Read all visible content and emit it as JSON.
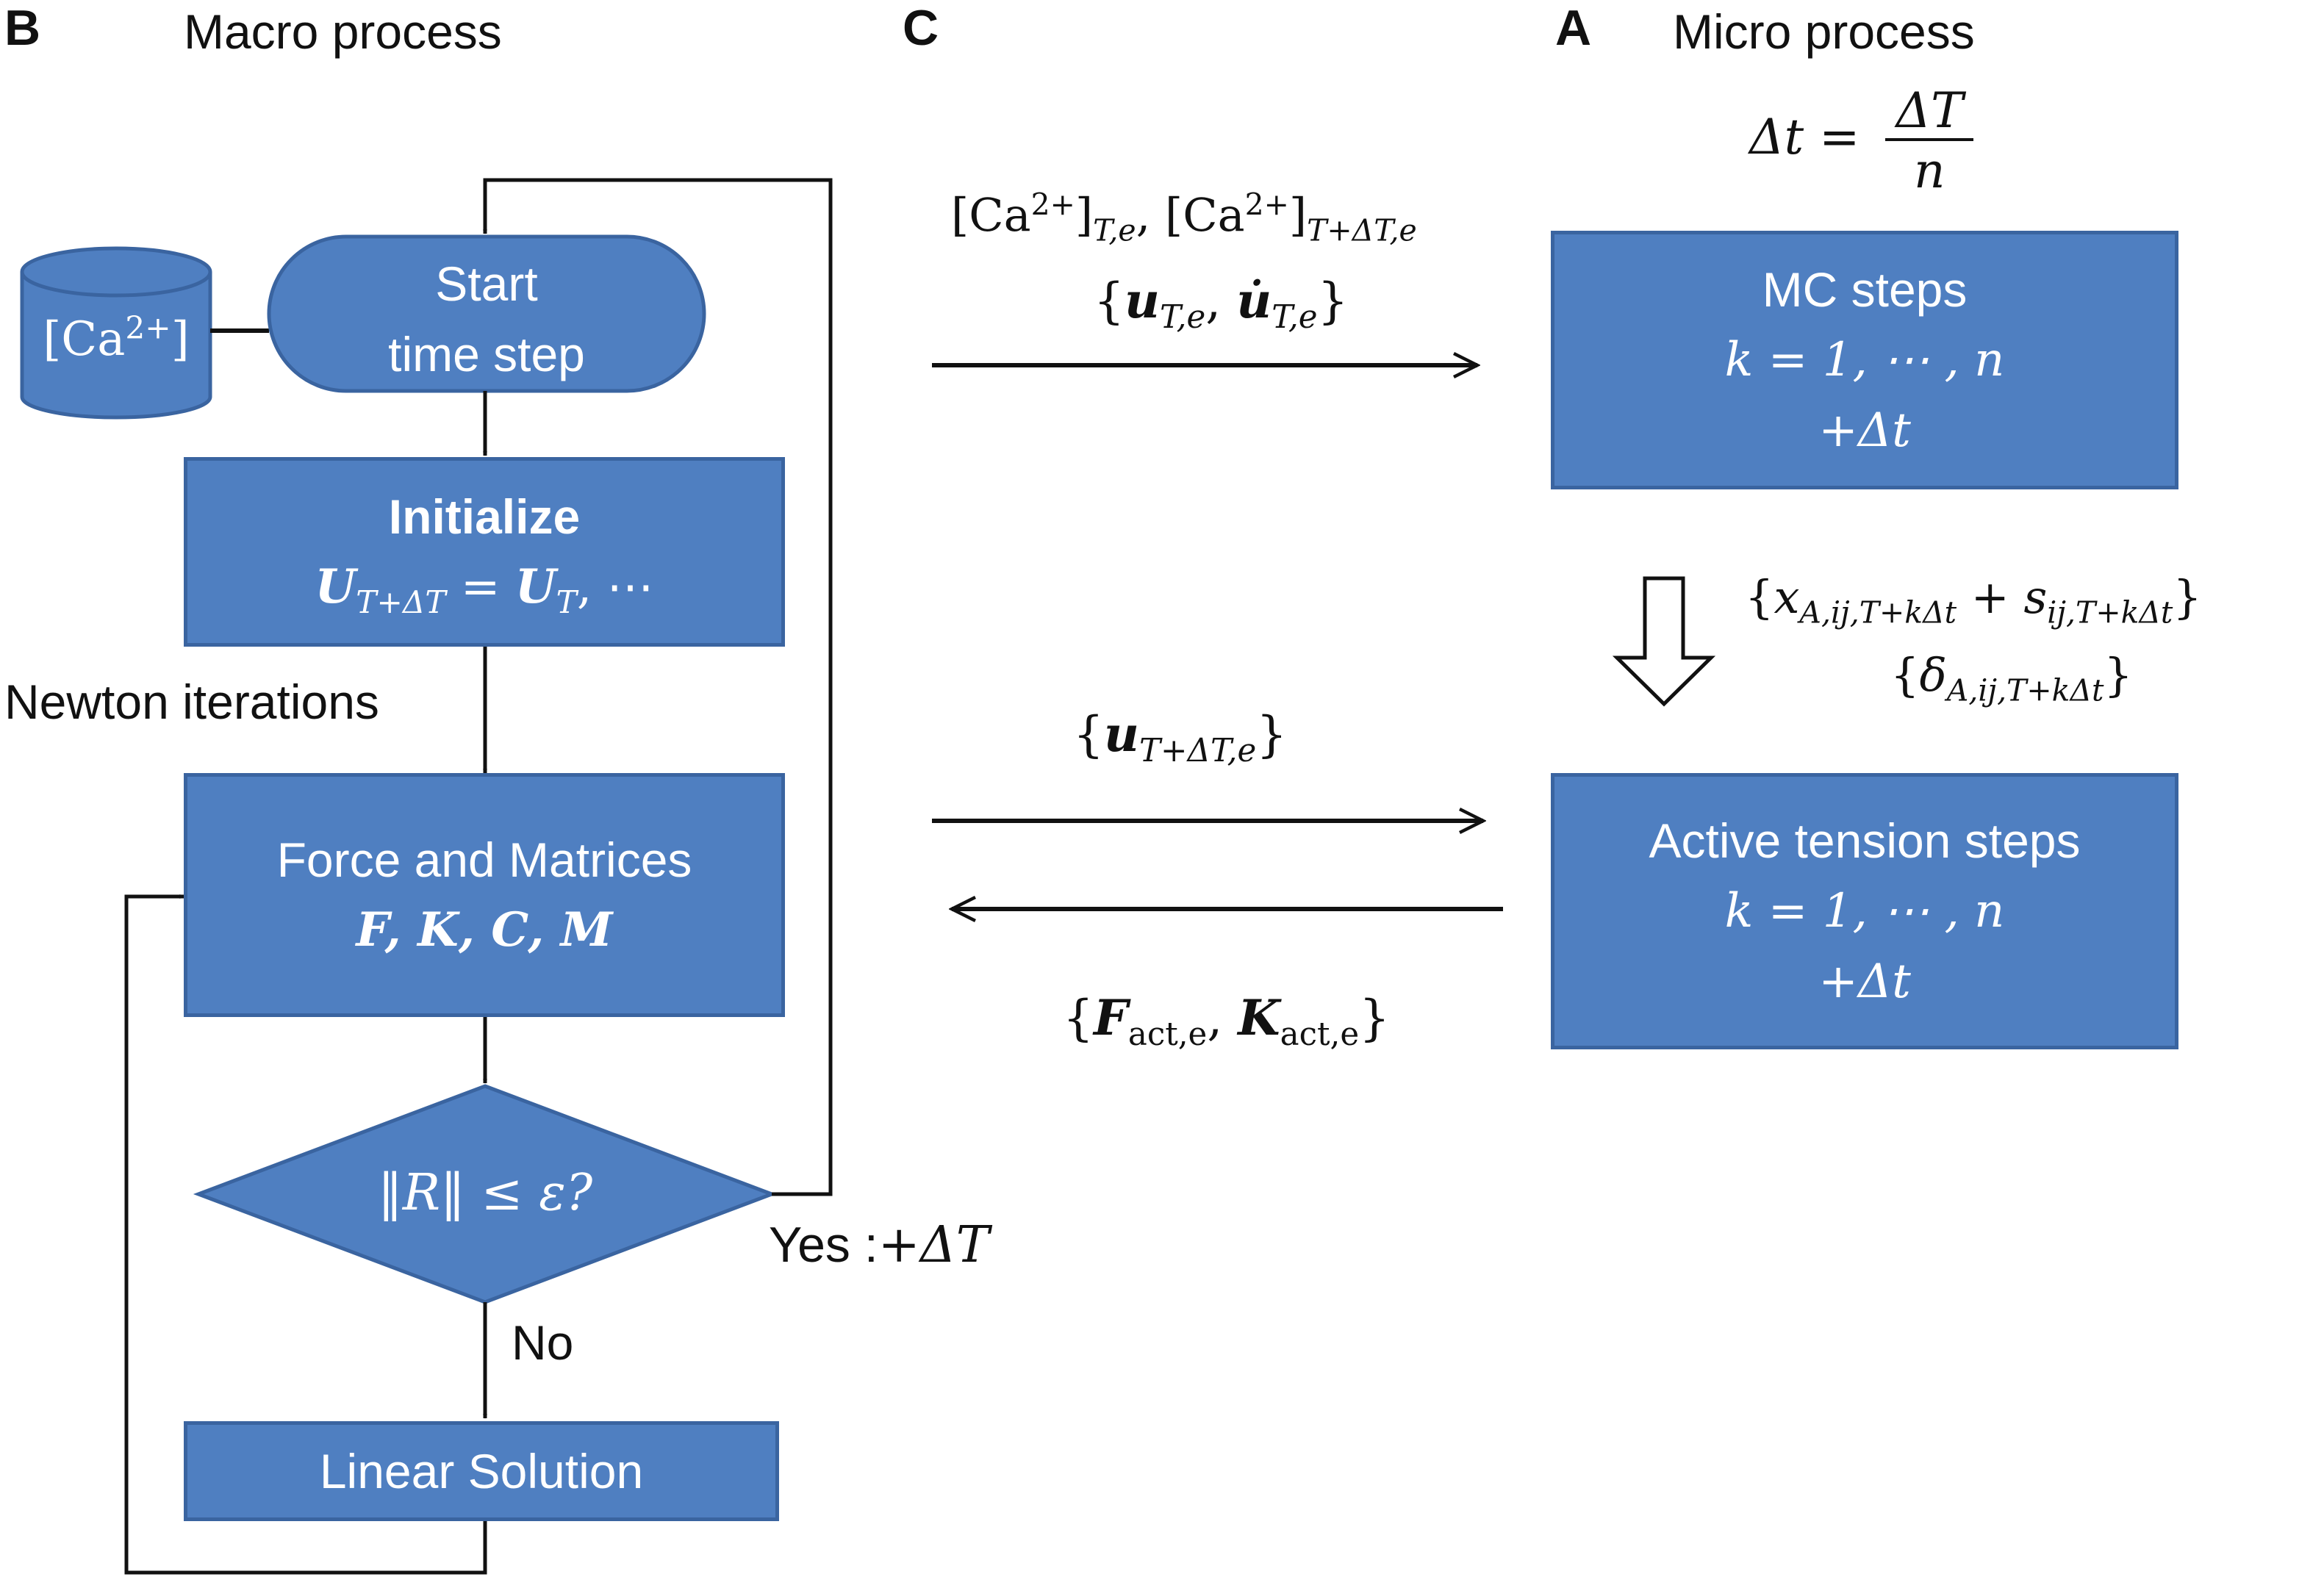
{
  "panels": {
    "B": {
      "letter": "B",
      "heading": "Macro process"
    },
    "C": {
      "letter": "C"
    },
    "A": {
      "letter": "A",
      "heading": "Micro process"
    }
  },
  "macro": {
    "database_label": "[Ca",
    "database_sup": "2+",
    "database_close": "]",
    "start": {
      "line1": "Start",
      "line2": "time step"
    },
    "initialize": {
      "title": "Initialize",
      "eq_U": "U",
      "eq_sub1": "T+ΔT",
      "eq_mid": " = ",
      "eq_sub2": "T",
      "eq_tail": ", ⋯"
    },
    "newton_label": "Newton iterations",
    "force": {
      "title": "Force and Matrices",
      "vars": "F, K, C, M"
    },
    "decision": {
      "text": "‖R‖ ≤ ε?"
    },
    "yes_label": "Yes :",
    "yes_math": "+ΔT",
    "no_label": "No",
    "linear": {
      "title": "Linear Solution"
    }
  },
  "interface": {
    "ca_line": {
      "a": "[Ca",
      "a_sup": "2+",
      "a_close": "]",
      "a_sub": "T,e",
      "sep": ", ",
      "b": "[Ca",
      "b_sup": "2+",
      "b_close": "]",
      "b_sub": "T+ΔT,e"
    },
    "u_line": {
      "open": "{",
      "u": "u",
      "u_sub": "T,e",
      "sep": ", ",
      "ud": "u̇",
      "ud_sub": "T,e",
      "close": "}"
    },
    "u_next": {
      "open": "{",
      "u": "u",
      "u_sub": "T+ΔT,e",
      "close": "}"
    },
    "f_act": {
      "open": "{",
      "F": "F",
      "F_sub": "act,e",
      "sep": ", ",
      "K": "K",
      "K_sub": "act,e",
      "close": "}"
    }
  },
  "micro": {
    "dt_eq": {
      "lhs": "Δt = ",
      "num": "ΔT",
      "den": "n"
    },
    "mc": {
      "title": "MC steps",
      "eq": "k = 1, ⋯ , n",
      "inc": "+Δt"
    },
    "xs": {
      "open": "{",
      "x": "x",
      "x_sub": "A,ij,T+kΔt",
      "plus": " + ",
      "s": "s",
      "s_sub": "ij,T+kΔt",
      "close": "}"
    },
    "delta": {
      "open": "{",
      "d": "δ",
      "d_sub": "A,ij,T+kΔt",
      "close": "}"
    },
    "active": {
      "title": "Active tension steps",
      "eq": "k = 1, ⋯ , n",
      "inc": "+Δt"
    }
  },
  "colors": {
    "box_fill": "#4f7fc1",
    "box_border": "#3a64a0",
    "line": "#111111"
  }
}
